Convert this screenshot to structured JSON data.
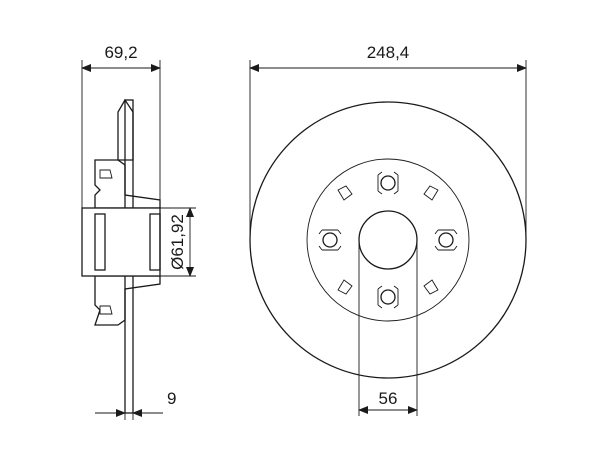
{
  "dimensions": {
    "hub_width": "69,2",
    "disc_diameter": "248,4",
    "bore_diameter": "Ø61,92",
    "disc_thickness": "9",
    "centre_hole": "56"
  },
  "colors": {
    "line": "#1a1a1a",
    "background": "#ffffff"
  }
}
